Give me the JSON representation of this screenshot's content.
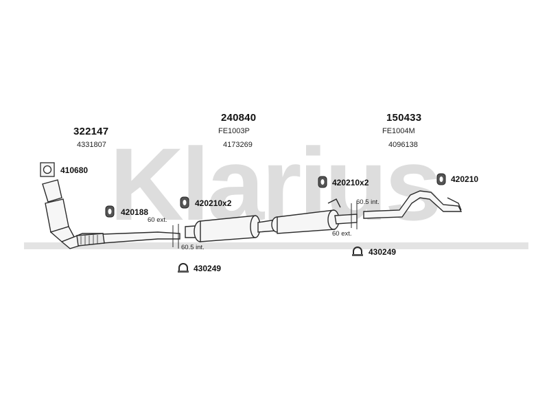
{
  "diagram": {
    "watermark": "Klarius",
    "colors": {
      "watermark": "#d9d9d9",
      "stroke": "#2a2a2a",
      "part_fill": "#f4f4f4"
    },
    "assemblies": [
      {
        "number": "322147",
        "ref": "4331807"
      },
      {
        "number": "240840",
        "code": "FE1003P",
        "ref": "4173269"
      },
      {
        "number": "150433",
        "code": "FE1004M",
        "ref": "4096138"
      }
    ],
    "parts": [
      {
        "number": "410680",
        "icon": "gasket-icon"
      },
      {
        "number": "420188",
        "icon": "rubber-mount-icon"
      },
      {
        "number": "420210x2",
        "icon": "rubber-mount-icon"
      },
      {
        "number": "420210x2",
        "icon": "rubber-mount-icon"
      },
      {
        "number": "420210",
        "icon": "rubber-mount-icon"
      },
      {
        "number": "430249",
        "icon": "clamp-icon"
      },
      {
        "number": "430249",
        "icon": "clamp-icon"
      }
    ],
    "dimensions": {
      "front_ext": "60 ext.",
      "front_int": "60.5 int.",
      "rear_int": "60.5 int.",
      "rear_ext": "60 ext."
    }
  }
}
